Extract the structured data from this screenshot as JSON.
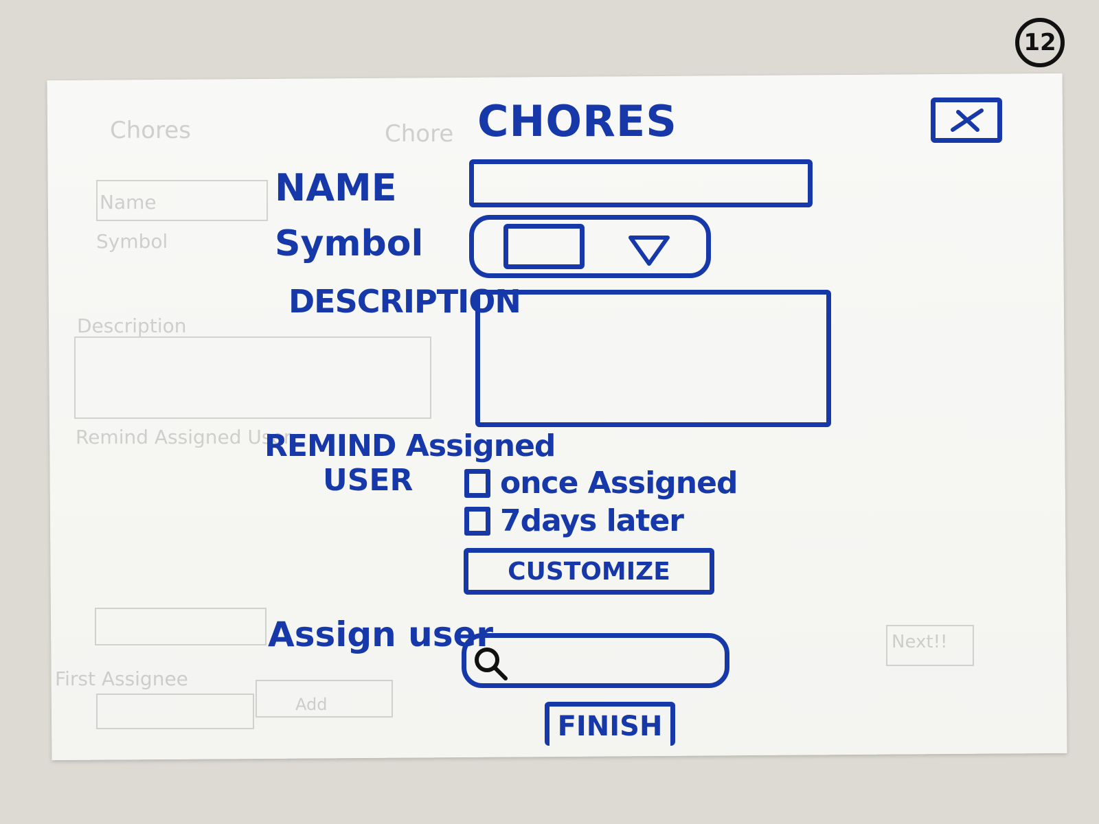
{
  "badge": {
    "number": "12"
  },
  "dialog": {
    "title": "CHORES",
    "labels": {
      "name": "NAME",
      "symbol": "Symbol",
      "description": "DESCRIPTION",
      "remind_line1": "REMIND Assigned",
      "remind_line2": "USER",
      "assign_user": "Assign user"
    },
    "reminder_options": [
      {
        "label": "once Assigned",
        "checked": false
      },
      {
        "label": "7days later",
        "checked": false
      }
    ],
    "buttons": {
      "customize": "CUSTOMIZE",
      "finish": "FINISH"
    }
  },
  "ghost_sketch": {
    "texts": [
      "Chores",
      "Chore",
      "Name",
      "Symbol",
      "Description",
      "Remind Assigned User",
      "First Assignee",
      "Add",
      "Next!!"
    ]
  },
  "colors": {
    "ink": "#1638a8",
    "paper": "#f6f6f3",
    "background": "#dcdad2"
  },
  "icons": [
    "close-icon",
    "dropdown-caret-icon",
    "search-icon"
  ]
}
